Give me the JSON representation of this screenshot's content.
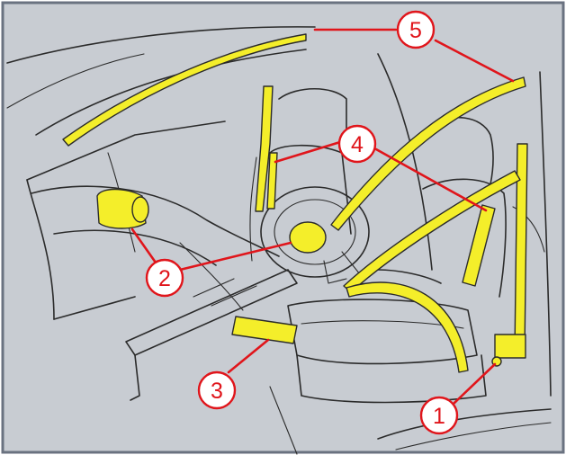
{
  "colors": {
    "frame_background": "#c8ccd2",
    "frame_border": "#6a7280",
    "component_fill": "#f4ee2a",
    "callout": "#e0151b",
    "line_art": "#2b2b2b"
  },
  "callouts": [
    {
      "id": "1",
      "label": "1"
    },
    {
      "id": "2",
      "label": "2"
    },
    {
      "id": "3",
      "label": "3"
    },
    {
      "id": "4",
      "label": "4"
    },
    {
      "id": "5",
      "label": "5"
    }
  ]
}
